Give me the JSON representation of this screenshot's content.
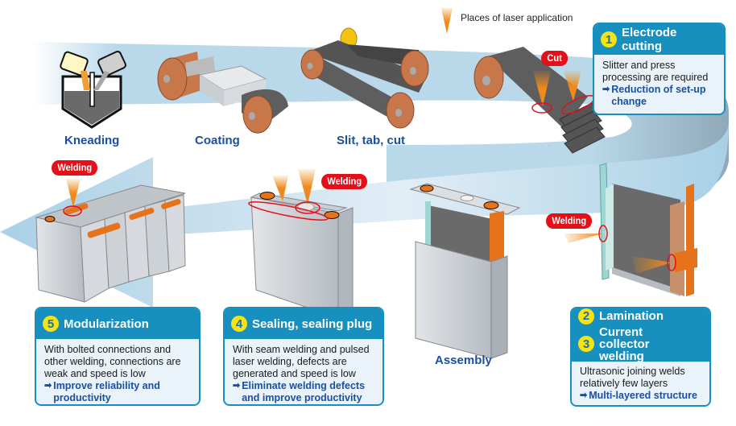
{
  "legend": {
    "icon": "laser-beam-icon",
    "text": "Places of laser application"
  },
  "process_flow": {
    "stages": [
      {
        "label": "Kneading"
      },
      {
        "label": "Coating"
      },
      {
        "label": "Slit, tab, cut"
      },
      {
        "label": "Assembly"
      }
    ]
  },
  "tags": {
    "cut": "Cut",
    "welding_lamination": "Welding",
    "welding_sealing": "Welding",
    "welding_module": "Welding"
  },
  "boxes": {
    "electrode_cutting": {
      "number": "1",
      "title": "Electrode cutting",
      "description": "Slitter and press processing are required",
      "benefit": "Reduction of set-up change"
    },
    "lamination": {
      "items": [
        {
          "number": "2",
          "title": "Lamination"
        },
        {
          "number": "3",
          "title": "Current collector welding"
        }
      ],
      "description": "Ultrasonic joining welds relatively few layers",
      "benefit": "Multi-layered structure"
    },
    "sealing": {
      "number": "4",
      "title": "Sealing, sealing plug",
      "description": "With seam welding and pulsed laser welding, defects are generated and speed is low",
      "benefit": "Eliminate welding defects and improve productivity"
    },
    "modularization": {
      "number": "5",
      "title": "Modularization",
      "description": "With bolted connections and other welding, connections are weak and speed is low",
      "benefit": "Improve reliability and productivity"
    }
  },
  "colors": {
    "flow_band": "#b9d9ea",
    "box_border": "#1790c0",
    "box_body": "#eaf3fa",
    "number_badge": "#f5e312",
    "tag_red": "#e3101a",
    "label_blue": "#1b4fa0",
    "laser_orange": "#f08a1c",
    "copper": "#c8774a",
    "electrode_gray": "#5e5e5e",
    "can_silver": "#c9ced3",
    "tab_orange": "#e6731a",
    "tab_teal": "#9fd6d4"
  }
}
